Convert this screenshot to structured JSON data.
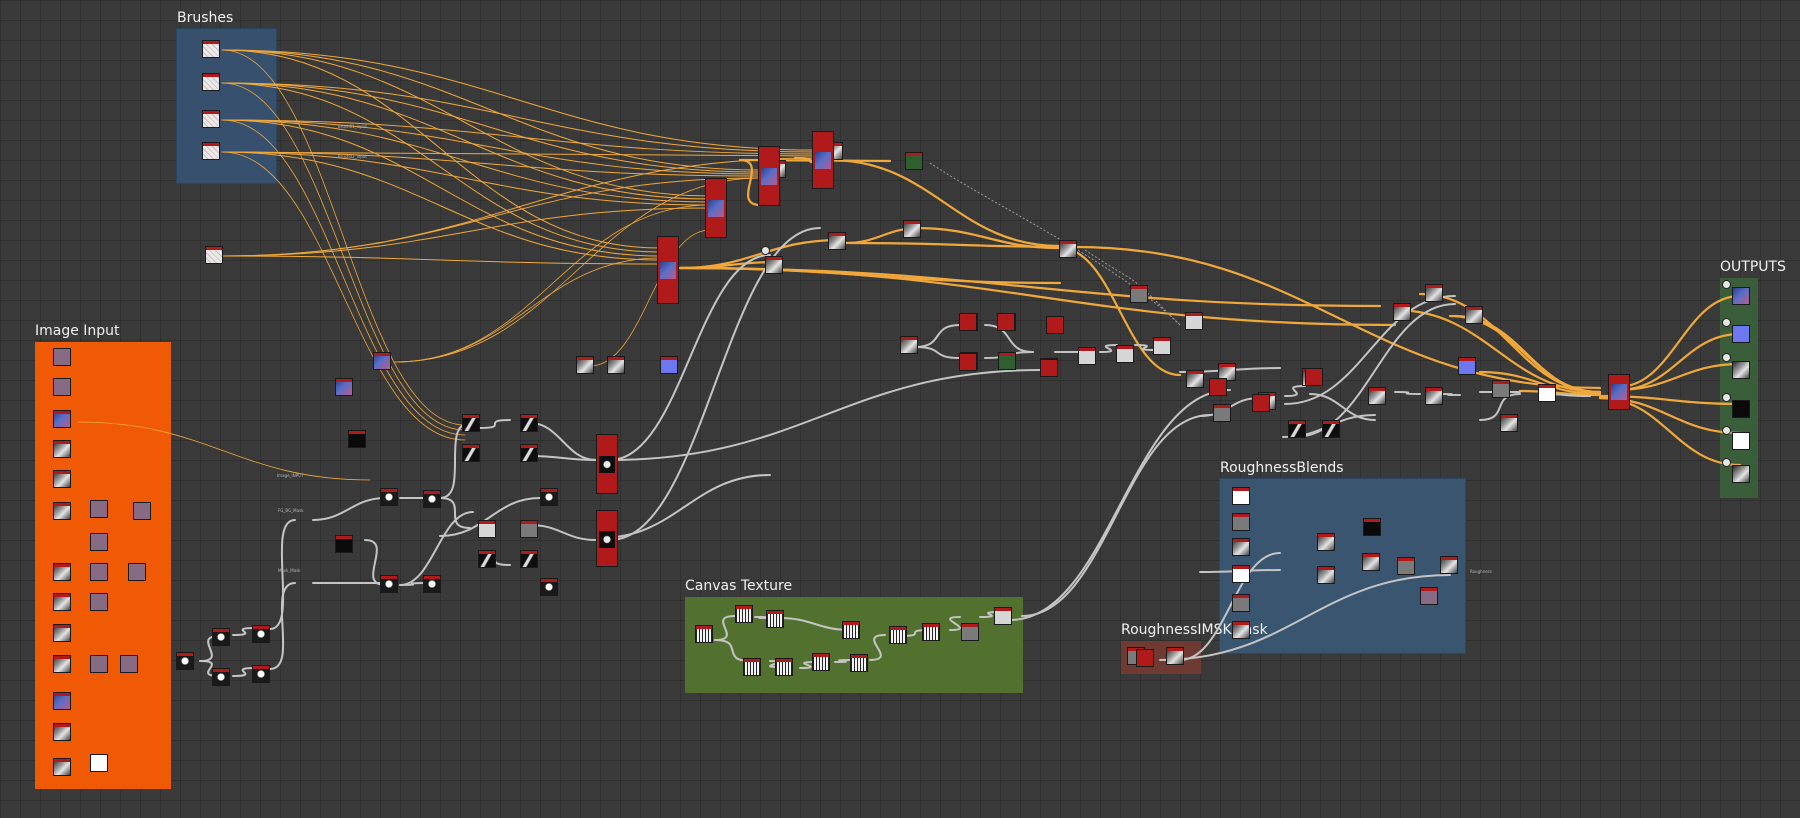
{
  "frames": {
    "brushes": {
      "title": "Brushes",
      "color": "#36506e"
    },
    "image_input": {
      "title": "Image Input",
      "color": "#f05a05"
    },
    "canvas_texture": {
      "title": "Canvas Texture",
      "color": "#52702e"
    },
    "roughness_blends": {
      "title": "RoughnessBlends",
      "color": "#3a5570"
    },
    "roughness_mask": {
      "title": "RoughnessIMSKMask",
      "color": "#6e3a32"
    },
    "outputs": {
      "title": "OUTPUTS",
      "color": "#3a5e3a"
    }
  },
  "wire_labels": {
    "brush01": "Brush01_input",
    "brush02": "Brush02_input",
    "image": "Image_INPUT",
    "fg": "FG_BG_Mask",
    "mask": "Mask_Mask",
    "roughness": "Roughness"
  },
  "wire_colors": {
    "orange": "#f0a83a",
    "gray": "#c4c4c4"
  },
  "icons": {
    "node": "graph-node-icon",
    "output": "output-node-icon",
    "badge": "output-badge-icon"
  }
}
